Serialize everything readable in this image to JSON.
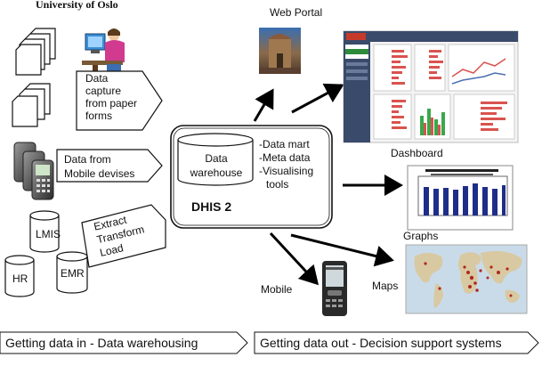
{
  "header": {
    "institution": "University of Oslo"
  },
  "inputs": {
    "paper": "Data capture from paper forms",
    "paper_lines": [
      "Data  capture",
      "from paper",
      "forms"
    ],
    "mobile_lines": [
      "Data  from",
      "Mobile devises"
    ],
    "extract_lines": [
      "Extract",
      "Transform",
      "Load"
    ],
    "db_lmis": "LMIS",
    "db_hr": "HR",
    "db_emr": "EMR"
  },
  "center": {
    "warehouse_lines": [
      "Data",
      "warehouse"
    ],
    "system_name": "DHIS 2",
    "features": [
      "-Data mart",
      "-Meta data",
      "-Visualising",
      "tools"
    ]
  },
  "outputs": {
    "web_portal": "Web Portal",
    "dashboard": "Dashboard",
    "graphs": "Graphs",
    "mobile": "Mobile",
    "maps": "Maps"
  },
  "footer": {
    "left": "Getting data in - Data warehousing",
    "right": "Getting data out - Decision support systems"
  },
  "colors": {
    "arrow": "#000000",
    "dashboard_nav": "#3a4a6b",
    "graph_bar": "#1f2d8a",
    "map_sea": "#c9dbe8",
    "map_land": "#d8c9a2",
    "map_dots": "#b0281e"
  }
}
